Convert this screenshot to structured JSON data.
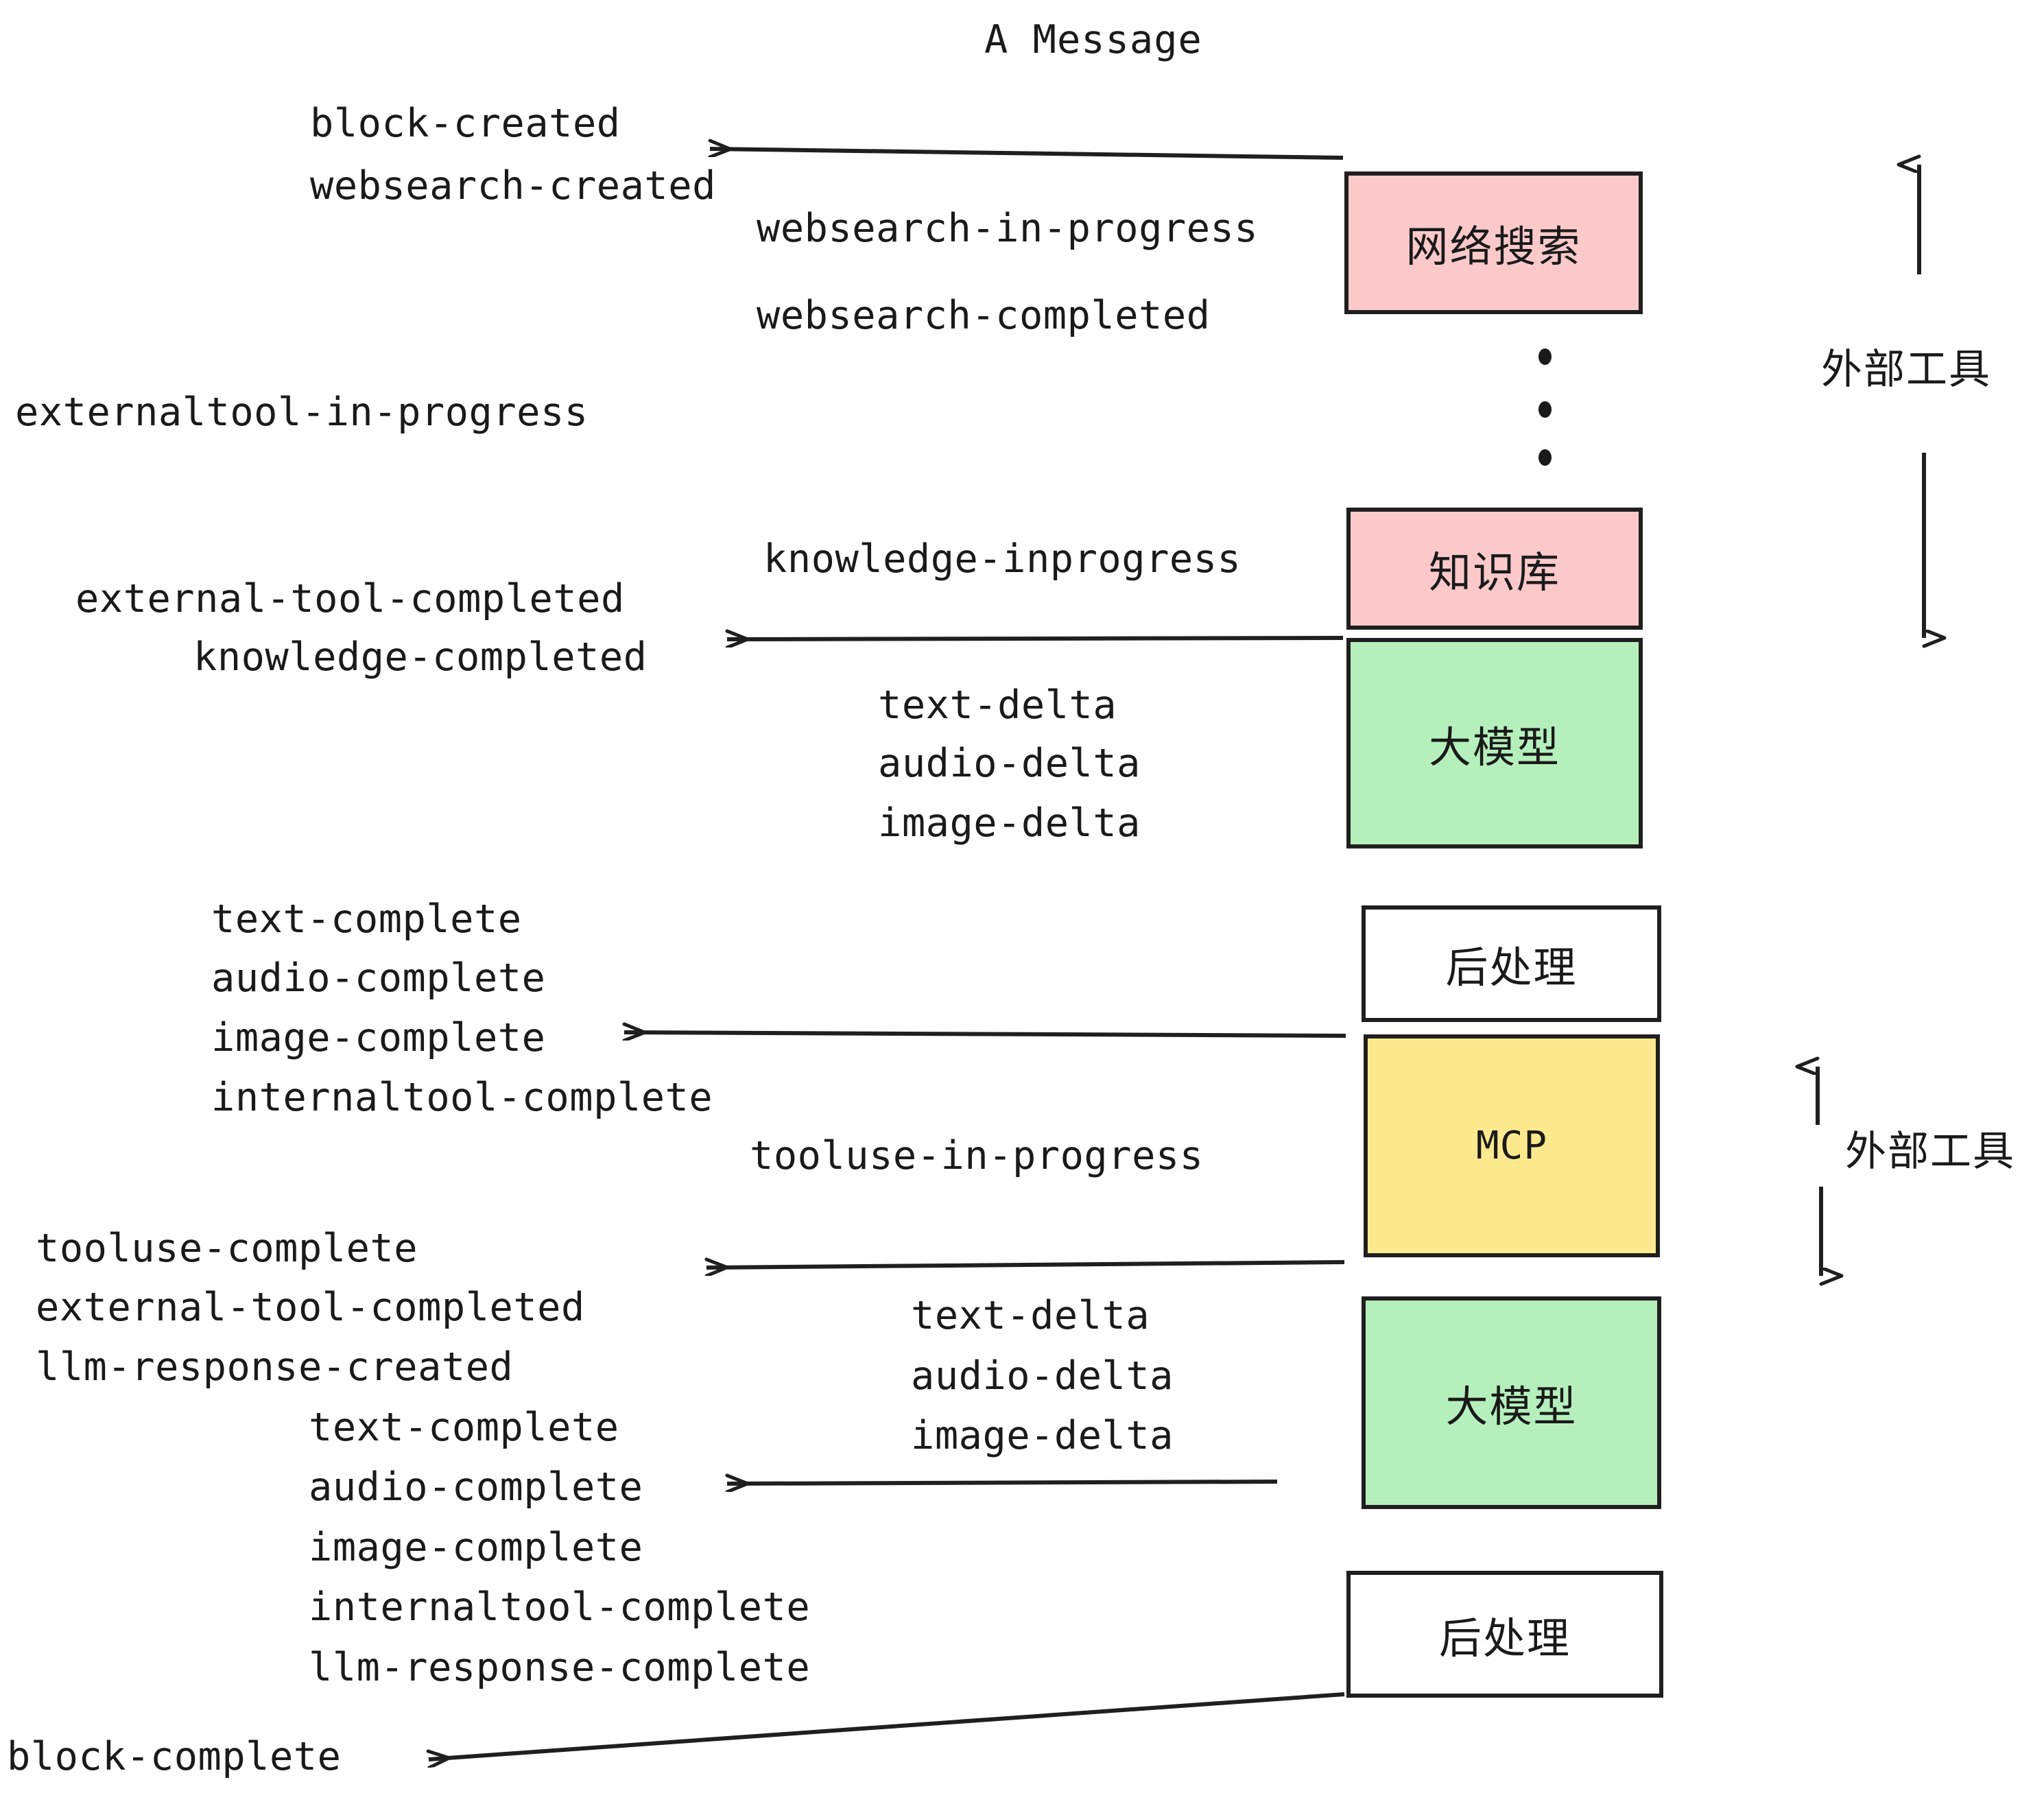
{
  "title": "A Message",
  "colors": {
    "pink": "#FBC9C9",
    "green": "#B5F0BC",
    "yellow": "#FCE98D",
    "white": "#FFFFFF",
    "stroke": "#1F1F1F",
    "text": "#1A1A1A",
    "background": "#FFFFFF"
  },
  "nodes": [
    {
      "id": "websearch",
      "label": "网络搜索",
      "fill": "#FBC9C9"
    },
    {
      "id": "knowledge",
      "label": "知识库",
      "fill": "#FBC9C9"
    },
    {
      "id": "llm1",
      "label": "大模型",
      "fill": "#B5F0BC"
    },
    {
      "id": "postproc1",
      "label": "后处理",
      "fill": "#FFFFFF"
    },
    {
      "id": "mcp",
      "label": "MCP",
      "fill": "#FCE98D"
    },
    {
      "id": "llm2",
      "label": "大模型",
      "fill": "#B5F0BC"
    },
    {
      "id": "postproc2",
      "label": "后处理",
      "fill": "#FFFFFF"
    }
  ],
  "group_labels": [
    {
      "id": "external-tools-top",
      "label": "外部工具"
    },
    {
      "id": "external-tools-bottom",
      "label": "外部工具"
    }
  ],
  "events": [
    {
      "id": "block-created",
      "text": "block-created"
    },
    {
      "id": "websearch-created",
      "text": "websearch-created"
    },
    {
      "id": "websearch-in-progress",
      "text": "websearch-in-progress"
    },
    {
      "id": "websearch-completed",
      "text": "websearch-completed"
    },
    {
      "id": "externaltool-in-progress",
      "text": "externaltool-in-progress"
    },
    {
      "id": "knowledge-inprogress",
      "text": "knowledge-inprogress"
    },
    {
      "id": "external-tool-completed-1",
      "text": "external-tool-completed"
    },
    {
      "id": "knowledge-completed",
      "text": "knowledge-completed"
    },
    {
      "id": "text-delta-1",
      "text": "text-delta"
    },
    {
      "id": "audio-delta-1",
      "text": "audio-delta"
    },
    {
      "id": "image-delta-1",
      "text": "image-delta"
    },
    {
      "id": "text-complete-1",
      "text": "text-complete"
    },
    {
      "id": "audio-complete-1",
      "text": "audio-complete"
    },
    {
      "id": "image-complete-1",
      "text": "image-complete"
    },
    {
      "id": "internaltool-complete-1",
      "text": "internaltool-complete"
    },
    {
      "id": "tooluse-in-progress",
      "text": "tooluse-in-progress"
    },
    {
      "id": "tooluse-complete",
      "text": "tooluse-complete"
    },
    {
      "id": "external-tool-completed-2",
      "text": "external-tool-completed"
    },
    {
      "id": "llm-response-created",
      "text": "llm-response-created"
    },
    {
      "id": "text-delta-2",
      "text": "text-delta"
    },
    {
      "id": "audio-delta-2",
      "text": "audio-delta"
    },
    {
      "id": "image-delta-2",
      "text": "image-delta"
    },
    {
      "id": "text-complete-2",
      "text": "text-complete"
    },
    {
      "id": "audio-complete-2",
      "text": "audio-complete"
    },
    {
      "id": "image-complete-2",
      "text": "image-complete"
    },
    {
      "id": "internaltool-complete-2",
      "text": "internaltool-complete"
    },
    {
      "id": "llm-response-complete",
      "text": "llm-response-complete"
    },
    {
      "id": "block-complete",
      "text": "block-complete"
    }
  ]
}
